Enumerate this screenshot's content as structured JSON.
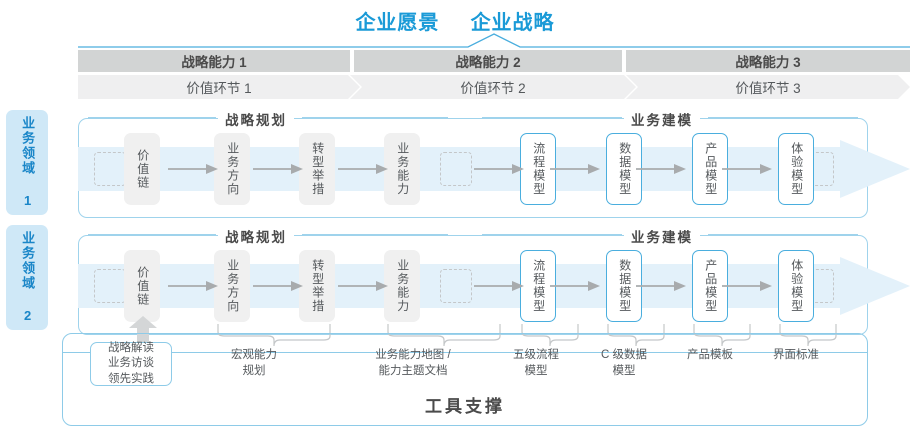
{
  "headline": {
    "left": "企业愿景",
    "right": "企业战略",
    "color": "#1a9ad7"
  },
  "capabilities": [
    {
      "label": "战略能力 1"
    },
    {
      "label": "战略能力 2"
    },
    {
      "label": "战略能力 3"
    }
  ],
  "value_chain": [
    {
      "label": "价值环节 1"
    },
    {
      "label": "价值环节 2"
    },
    {
      "label": "价值环节 3"
    }
  ],
  "domains": [
    {
      "label": "业务领域 1"
    },
    {
      "label": "业务领域 2"
    }
  ],
  "sections": [
    {
      "title": "战略规划"
    },
    {
      "title": "业务建模"
    }
  ],
  "nodes": {
    "planning": [
      {
        "label": "价值链",
        "style": "grey"
      },
      {
        "label": "业务方向",
        "style": "grey"
      },
      {
        "label": "转型举措",
        "style": "grey"
      },
      {
        "label": "业务能力",
        "style": "grey"
      }
    ],
    "modeling": [
      {
        "label": "流程模型",
        "style": "blue"
      },
      {
        "label": "数据模型",
        "style": "blue"
      },
      {
        "label": "产品模型",
        "style": "blue"
      },
      {
        "label": "体验模型",
        "style": "blue"
      }
    ]
  },
  "tools": {
    "title": "工具支撑",
    "items": [
      {
        "label": "战略解读\n业务访谈\n领先实践",
        "boxed": true
      },
      {
        "label": "宏观能力\n规划",
        "boxed": false
      },
      {
        "label": "业务能力地图 /\n能力主题文档",
        "boxed": false
      },
      {
        "label": "五级流程\n模型",
        "boxed": false
      },
      {
        "label": "C 级数据\n模型",
        "boxed": false
      },
      {
        "label": "产品模板",
        "boxed": false
      },
      {
        "label": "界面标准",
        "boxed": false
      }
    ]
  },
  "colors": {
    "accent": "#1a9ad7",
    "border_blue": "#9fd3ec",
    "bar_dark": "#d2d4d4",
    "bar_light": "#efeff0",
    "node_grey": "#f0f0f0",
    "tab_blue": "#cfe8f7"
  }
}
